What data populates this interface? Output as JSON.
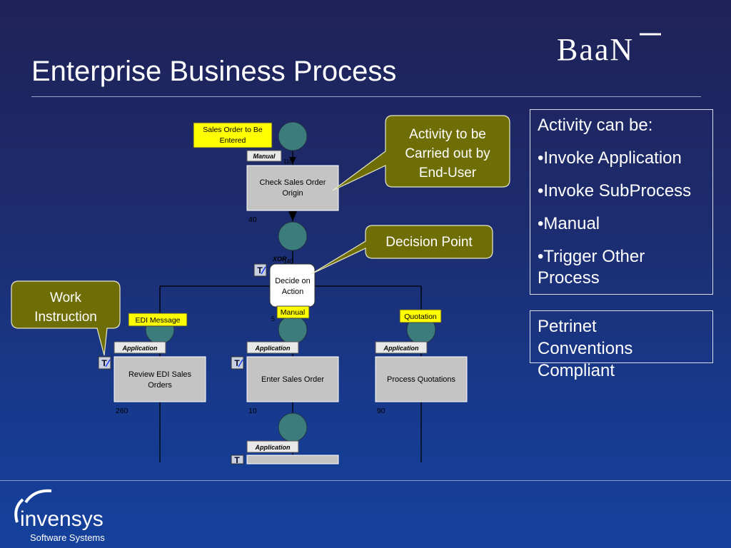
{
  "slide": {
    "title": "Enterprise Business Process",
    "logo_text": "BaaN",
    "brand_name": "invensys",
    "brand_sub": "Software Systems"
  },
  "callouts": {
    "activity": [
      "Activity to be",
      "Carried out by",
      "End-User"
    ],
    "decision": "Decision Point",
    "work": [
      "Work",
      "Instruction"
    ]
  },
  "panels": {
    "activity_heading": "Activity can be:",
    "activity_items": [
      "•Invoke Application",
      "•Invoke SubProcess",
      "•Manual",
      "•Trigger Other",
      "Process"
    ],
    "petrinet": [
      "Petrinet",
      "Conventions",
      "Compliant"
    ]
  },
  "diagram": {
    "trigger": [
      "Sales Order to Be",
      "Entered"
    ],
    "tag_manual": "Manual",
    "tag_manual2": "Manual",
    "tag_application": "Application",
    "tag_xor": "XOR",
    "edi_message": "EDI Message",
    "quotation": "Quotation",
    "check_box": [
      "Check Sales Order",
      "Origin"
    ],
    "decide_box": [
      "Decide on",
      "Action"
    ],
    "review_box": [
      "Review  EDI Sales",
      "Orders"
    ],
    "enter_box": "Enter Sales Order",
    "process_box": "Process Quotations",
    "num_40": "40",
    "num_260": "260",
    "num_10": "10",
    "num_90": "90",
    "num_110": "110",
    "num_140": "140",
    "num_5": "5"
  },
  "colors": {
    "callout_fill": "#6f6e06",
    "trigger_yellow": "#ffff00",
    "box_gray": "#c4c4c4",
    "place_teal": "#3c7c7d"
  }
}
